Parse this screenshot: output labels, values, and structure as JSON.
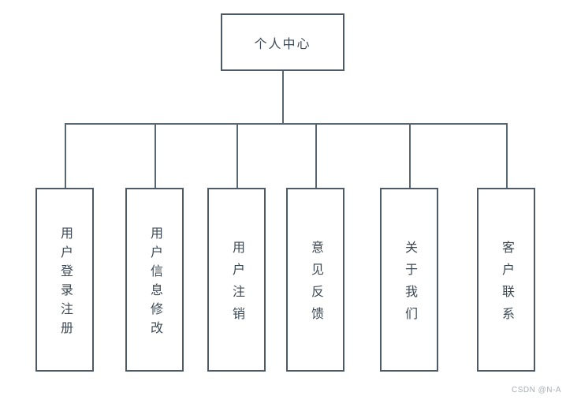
{
  "diagram": {
    "root": {
      "label": "个人中心"
    },
    "children": [
      {
        "label": "用户登录注册"
      },
      {
        "label": "用户信息修改"
      },
      {
        "label": "用户注销"
      },
      {
        "label": "意见反馈"
      },
      {
        "label": "关于我们"
      },
      {
        "label": "客户联系"
      }
    ]
  },
  "watermark": "CSDN @N-A",
  "colors": {
    "line": "#5a6770",
    "box_border": "#4e5b66",
    "text": "#3d4a55",
    "watermark": "#a9aeb4",
    "background": "#ffffff"
  }
}
